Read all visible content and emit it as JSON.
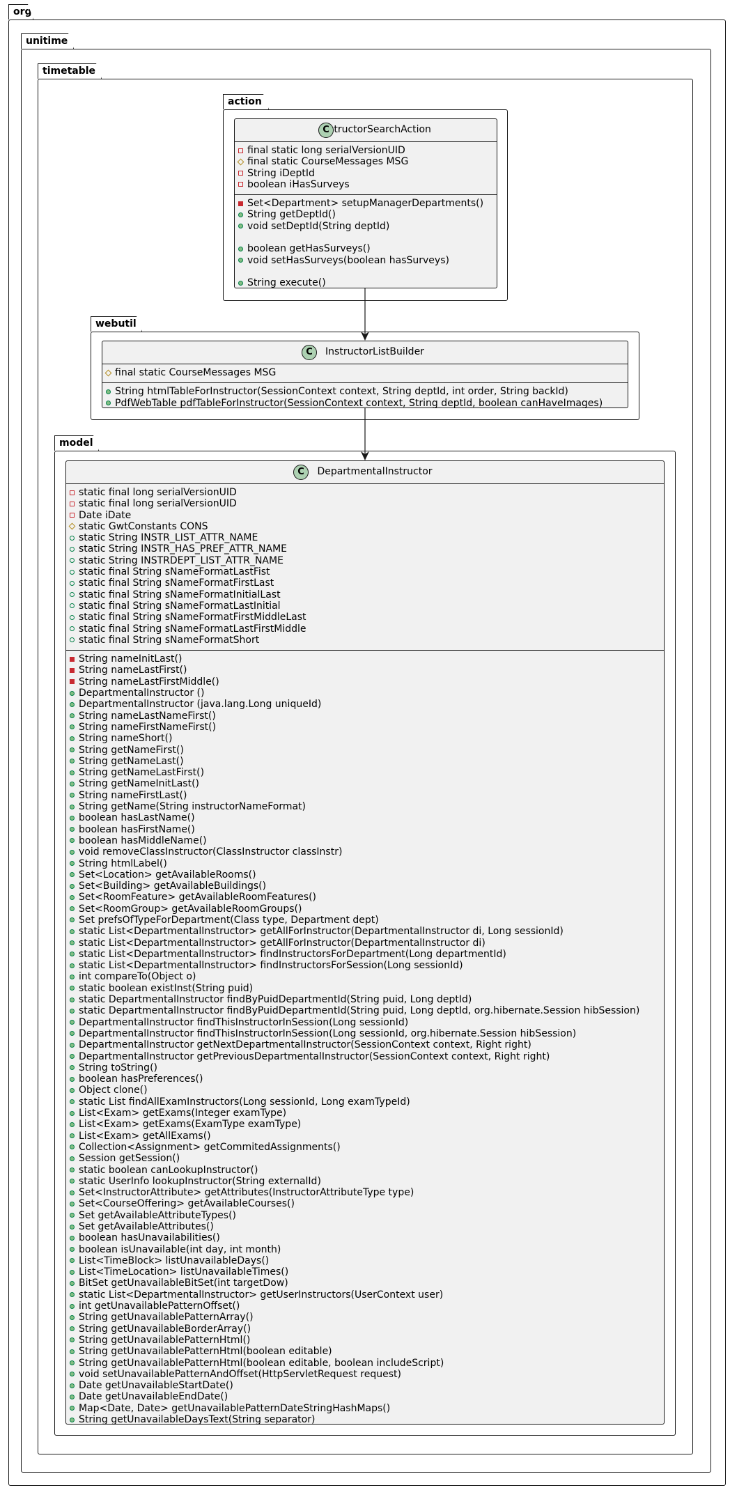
{
  "packages": {
    "org": "org",
    "unitime": "unitime",
    "timetable": "timetable",
    "action": "action",
    "webutil": "webutil",
    "model": "model"
  },
  "colors": {
    "class_fill": "#f1f1f1",
    "class_icon": "#add1b2",
    "private": "#c82930",
    "protected": "#b38d22",
    "public": "#038048",
    "line": "#181818"
  },
  "classes": {
    "instructor_search_action": {
      "stereotype_icon": "C",
      "name": "InstructorSearchAction",
      "fields": [
        {
          "vis": "private-field",
          "text": "final static long serialVersionUID"
        },
        {
          "vis": "protected-field",
          "text": "final static CourseMessages MSG"
        },
        {
          "vis": "private-field",
          "text": "String iDeptId"
        },
        {
          "vis": "private-field",
          "text": "boolean iHasSurveys"
        }
      ],
      "methods": [
        {
          "vis": "private-method",
          "text": "Set<Department> setupManagerDepartments()"
        },
        {
          "vis": "public-method",
          "text": "String getDeptId()"
        },
        {
          "vis": "public-method",
          "text": "void setDeptId(String deptId)"
        },
        {
          "vis": "",
          "text": ""
        },
        {
          "vis": "public-method",
          "text": "boolean getHasSurveys()"
        },
        {
          "vis": "public-method",
          "text": "void setHasSurveys(boolean hasSurveys)"
        },
        {
          "vis": "",
          "text": ""
        },
        {
          "vis": "public-method",
          "text": "String execute()"
        }
      ]
    },
    "instructor_list_builder": {
      "stereotype_icon": "C",
      "name": "InstructorListBuilder",
      "fields": [
        {
          "vis": "protected-field",
          "text": "final static CourseMessages MSG"
        }
      ],
      "methods": [
        {
          "vis": "public-method",
          "text": "String htmlTableForInstructor(SessionContext context, String deptId, int order, String backId)"
        },
        {
          "vis": "public-method",
          "text": "PdfWebTable pdfTableForInstructor(SessionContext context, String deptId, boolean canHaveImages)"
        }
      ]
    },
    "departmental_instructor": {
      "stereotype_icon": "C",
      "name": "DepartmentalInstructor",
      "fields": [
        {
          "vis": "private-field",
          "text": "static final long serialVersionUID"
        },
        {
          "vis": "private-field",
          "text": "static final long serialVersionUID"
        },
        {
          "vis": "private-field",
          "text": "Date iDate"
        },
        {
          "vis": "protected-field",
          "text": "static GwtConstants CONS"
        },
        {
          "vis": "public-field",
          "text": "static String INSTR_LIST_ATTR_NAME"
        },
        {
          "vis": "public-field",
          "text": "static String INSTR_HAS_PREF_ATTR_NAME"
        },
        {
          "vis": "public-field",
          "text": "static String INSTRDEPT_LIST_ATTR_NAME"
        },
        {
          "vis": "public-field",
          "text": "static final String sNameFormatLastFist"
        },
        {
          "vis": "public-field",
          "text": "static final String sNameFormatFirstLast"
        },
        {
          "vis": "public-field",
          "text": "static final String sNameFormatInitialLast"
        },
        {
          "vis": "public-field",
          "text": "static final String sNameFormatLastInitial"
        },
        {
          "vis": "public-field",
          "text": "static final String sNameFormatFirstMiddleLast"
        },
        {
          "vis": "public-field",
          "text": "static final String sNameFormatLastFirstMiddle"
        },
        {
          "vis": "public-field",
          "text": "static final String sNameFormatShort"
        }
      ],
      "methods": [
        {
          "vis": "private-method",
          "text": "String nameInitLast()"
        },
        {
          "vis": "private-method",
          "text": "String nameLastFirst()"
        },
        {
          "vis": "private-method",
          "text": "String nameLastFirstMiddle()"
        },
        {
          "vis": "public-method",
          "text": "DepartmentalInstructor ()"
        },
        {
          "vis": "public-method",
          "text": "DepartmentalInstructor (java.lang.Long uniqueId)"
        },
        {
          "vis": "public-method",
          "text": "String nameLastNameFirst()"
        },
        {
          "vis": "public-method",
          "text": "String nameFirstNameFirst()"
        },
        {
          "vis": "public-method",
          "text": "String nameShort()"
        },
        {
          "vis": "public-method",
          "text": "String getNameFirst()"
        },
        {
          "vis": "public-method",
          "text": "String getNameLast()"
        },
        {
          "vis": "public-method",
          "text": "String getNameLastFirst()"
        },
        {
          "vis": "public-method",
          "text": "String getNameInitLast()"
        },
        {
          "vis": "public-method",
          "text": "String nameFirstLast()"
        },
        {
          "vis": "public-method",
          "text": "String getName(String instructorNameFormat)"
        },
        {
          "vis": "public-method",
          "text": "boolean hasLastName()"
        },
        {
          "vis": "public-method",
          "text": "boolean hasFirstName()"
        },
        {
          "vis": "public-method",
          "text": "boolean hasMiddleName()"
        },
        {
          "vis": "public-method",
          "text": "void removeClassInstructor(ClassInstructor classInstr)"
        },
        {
          "vis": "public-method",
          "text": "String htmlLabel()"
        },
        {
          "vis": "public-method",
          "text": "Set<Location> getAvailableRooms()"
        },
        {
          "vis": "public-method",
          "text": "Set<Building> getAvailableBuildings()"
        },
        {
          "vis": "public-method",
          "text": "Set<RoomFeature> getAvailableRoomFeatures()"
        },
        {
          "vis": "public-method",
          "text": "Set<RoomGroup> getAvailableRoomGroups()"
        },
        {
          "vis": "public-method",
          "text": "Set prefsOfTypeForDepartment(Class type, Department dept)"
        },
        {
          "vis": "public-method",
          "text": "static List<DepartmentalInstructor> getAllForInstructor(DepartmentalInstructor di, Long sessionId)"
        },
        {
          "vis": "public-method",
          "text": "static List<DepartmentalInstructor> getAllForInstructor(DepartmentalInstructor di)"
        },
        {
          "vis": "public-method",
          "text": "static List<DepartmentalInstructor> findInstructorsForDepartment(Long departmentId)"
        },
        {
          "vis": "public-method",
          "text": "static List<DepartmentalInstructor> findInstructorsForSession(Long sessionId)"
        },
        {
          "vis": "public-method",
          "text": "int compareTo(Object o)"
        },
        {
          "vis": "public-method",
          "text": "static boolean existInst(String puid)"
        },
        {
          "vis": "public-method",
          "text": "static DepartmentalInstructor findByPuidDepartmentId(String puid, Long deptId)"
        },
        {
          "vis": "public-method",
          "text": "static DepartmentalInstructor findByPuidDepartmentId(String puid, Long deptId, org.hibernate.Session hibSession)"
        },
        {
          "vis": "public-method",
          "text": "DepartmentalInstructor findThisInstructorInSession(Long sessionId)"
        },
        {
          "vis": "public-method",
          "text": "DepartmentalInstructor findThisInstructorInSession(Long sessionId, org.hibernate.Session hibSession)"
        },
        {
          "vis": "public-method",
          "text": "DepartmentalInstructor getNextDepartmentalInstructor(SessionContext context, Right right)"
        },
        {
          "vis": "public-method",
          "text": "DepartmentalInstructor getPreviousDepartmentalInstructor(SessionContext context, Right right)"
        },
        {
          "vis": "public-method",
          "text": "String toString()"
        },
        {
          "vis": "public-method",
          "text": "boolean hasPreferences()"
        },
        {
          "vis": "public-method",
          "text": "Object clone()"
        },
        {
          "vis": "public-method",
          "text": "static List findAllExamInstructors(Long sessionId, Long examTypeId)"
        },
        {
          "vis": "public-method",
          "text": "List<Exam> getExams(Integer examType)"
        },
        {
          "vis": "public-method",
          "text": "List<Exam> getExams(ExamType examType)"
        },
        {
          "vis": "public-method",
          "text": "List<Exam> getAllExams()"
        },
        {
          "vis": "public-method",
          "text": "Collection<Assignment> getCommitedAssignments()"
        },
        {
          "vis": "public-method",
          "text": "Session getSession()"
        },
        {
          "vis": "public-method",
          "text": "static boolean canLookupInstructor()"
        },
        {
          "vis": "public-method",
          "text": "static UserInfo lookupInstructor(String externalId)"
        },
        {
          "vis": "public-method",
          "text": "Set<InstructorAttribute> getAttributes(InstructorAttributeType type)"
        },
        {
          "vis": "public-method",
          "text": "Set<CourseOffering> getAvailableCourses()"
        },
        {
          "vis": "public-method",
          "text": "Set getAvailableAttributeTypes()"
        },
        {
          "vis": "public-method",
          "text": "Set getAvailableAttributes()"
        },
        {
          "vis": "public-method",
          "text": "boolean hasUnavailabilities()"
        },
        {
          "vis": "public-method",
          "text": "boolean isUnavailable(int day, int month)"
        },
        {
          "vis": "public-method",
          "text": "List<TimeBlock> listUnavailableDays()"
        },
        {
          "vis": "public-method",
          "text": "List<TimeLocation> listUnavailableTimes()"
        },
        {
          "vis": "public-method",
          "text": "BitSet getUnavailableBitSet(int targetDow)"
        },
        {
          "vis": "public-method",
          "text": "static List<DepartmentalInstructor> getUserInstructors(UserContext user)"
        },
        {
          "vis": "public-method",
          "text": "int getUnavailablePatternOffset()"
        },
        {
          "vis": "public-method",
          "text": "String getUnavailablePatternArray()"
        },
        {
          "vis": "public-method",
          "text": "String getUnavailableBorderArray()"
        },
        {
          "vis": "public-method",
          "text": "String getUnavailablePatternHtml()"
        },
        {
          "vis": "public-method",
          "text": "String getUnavailablePatternHtml(boolean editable)"
        },
        {
          "vis": "public-method",
          "text": "String getUnavailablePatternHtml(boolean editable, boolean includeScript)"
        },
        {
          "vis": "public-method",
          "text": "void setUnavailablePatternAndOffset(HttpServletRequest request)"
        },
        {
          "vis": "public-method",
          "text": "Date getUnavailableStartDate()"
        },
        {
          "vis": "public-method",
          "text": "Date getUnavailableEndDate()"
        },
        {
          "vis": "public-method",
          "text": "Map<Date, Date> getUnavailablePatternDateStringHashMaps()"
        },
        {
          "vis": "public-method",
          "text": "String getUnavailableDaysText(String separator)"
        }
      ]
    }
  }
}
